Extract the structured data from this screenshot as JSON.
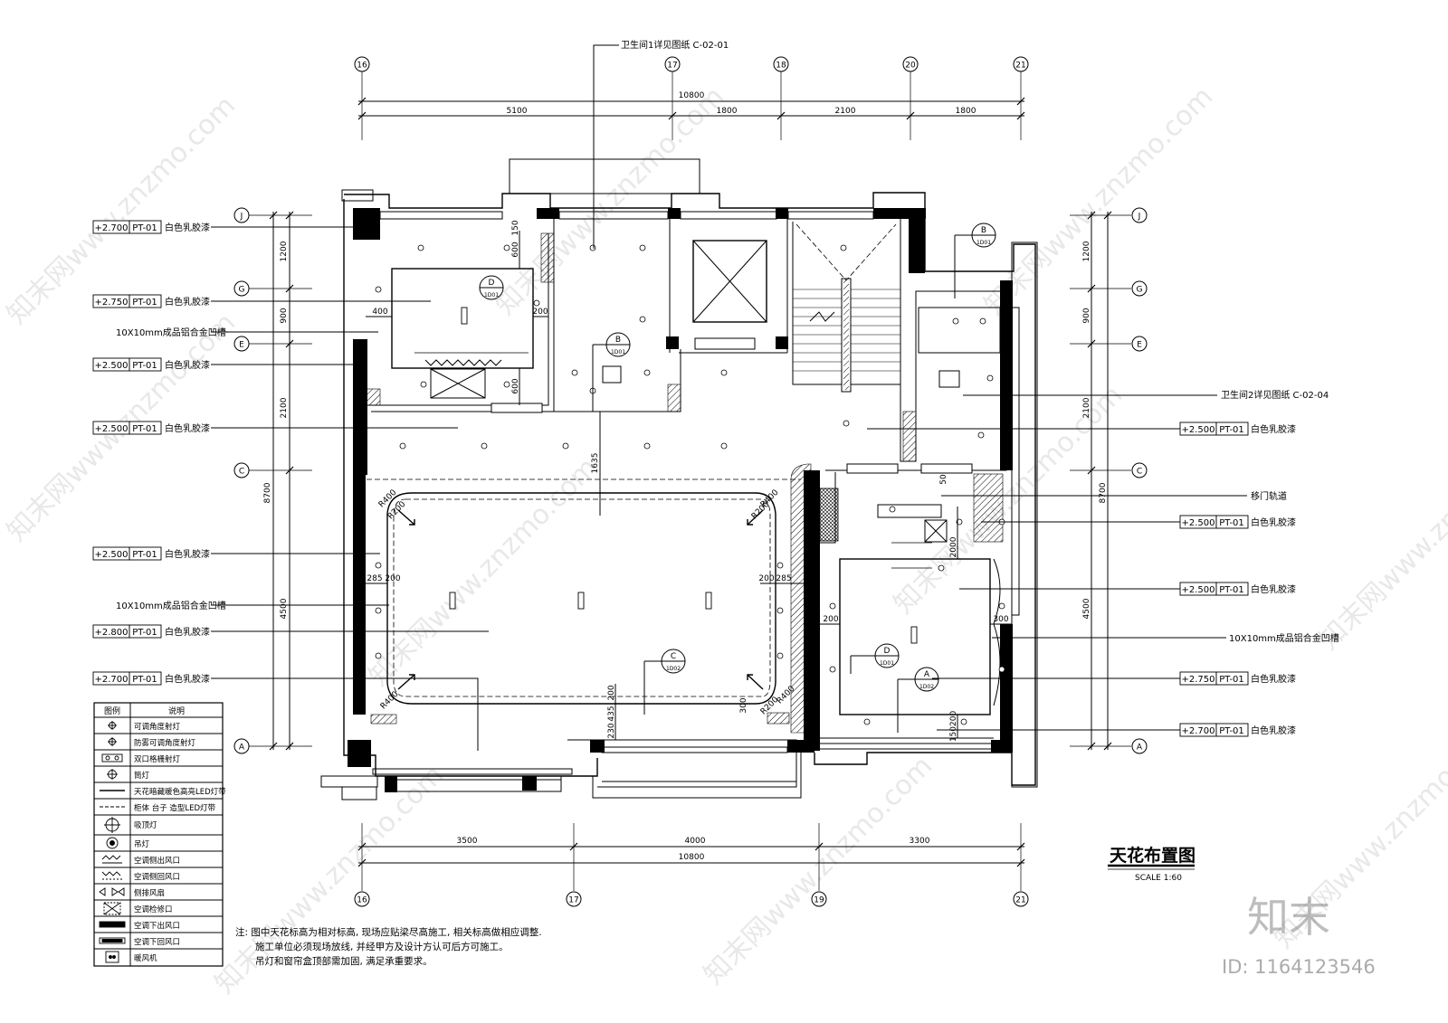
{
  "drawing": {
    "title": "天花布置图",
    "scale": "SCALE   1:60"
  },
  "top_note": "卫生间1详见图纸 C-02-01",
  "right_note_bath2": "卫生间2详见图纸 C-02-04",
  "right_note_slide": "移门轨道",
  "top_axes": [
    "16",
    "17",
    "18",
    "20",
    "21"
  ],
  "bottom_axes": [
    "16",
    "17",
    "19",
    "21"
  ],
  "side_axes": [
    "J",
    "G",
    "E",
    "C",
    "A"
  ],
  "top_dims": {
    "total": "10800",
    "segments": [
      "5100",
      "1800",
      "2100",
      "1800"
    ]
  },
  "bottom_dims": {
    "total": "10800",
    "segments": [
      "3500",
      "4000",
      "3300"
    ]
  },
  "left_dims": {
    "total": "8700",
    "segments": [
      "1200",
      "900",
      "2100",
      "4500"
    ]
  },
  "right_dims": {
    "total": "8700",
    "segments": [
      "1200",
      "900",
      "2100",
      "4500"
    ]
  },
  "inner_dims": [
    "400",
    "200",
    "600",
    "600",
    "150",
    "1635",
    "285",
    "200",
    "200",
    "285",
    "200",
    "230",
    "435",
    "300",
    "200",
    "300",
    "50",
    "2000",
    "150200",
    "R400",
    "R200"
  ],
  "left_labels": [
    {
      "height": "+2.700",
      "code": "PT-01",
      "desc": "白色乳胶漆"
    },
    {
      "height": "+2.750",
      "code": "PT-01",
      "desc": "白色乳胶漆"
    },
    {
      "height": "",
      "code": "",
      "desc": "10X10mm成品铝合金凹槽"
    },
    {
      "height": "+2.500",
      "code": "PT-01",
      "desc": "白色乳胶漆"
    },
    {
      "height": "+2.500",
      "code": "PT-01",
      "desc": "白色乳胶漆"
    },
    {
      "height": "+2.500",
      "code": "PT-01",
      "desc": "白色乳胶漆"
    },
    {
      "height": "",
      "code": "",
      "desc": "10X10mm成品铝合金凹槽"
    },
    {
      "height": "+2.800",
      "code": "PT-01",
      "desc": "白色乳胶漆"
    },
    {
      "height": "+2.700",
      "code": "PT-01",
      "desc": "白色乳胶漆"
    }
  ],
  "right_labels": [
    {
      "height": "+2.500",
      "code": "PT-01",
      "desc": "白色乳胶漆"
    },
    {
      "height": "+2.500",
      "code": "PT-01",
      "desc": "白色乳胶漆"
    },
    {
      "height": "+2.500",
      "code": "PT-01",
      "desc": "白色乳胶漆"
    },
    {
      "height": "",
      "code": "",
      "desc": "10X10mm成品铝合金凹槽"
    },
    {
      "height": "+2.750",
      "code": "PT-01",
      "desc": "白色乳胶漆"
    },
    {
      "height": "+2.700",
      "code": "PT-01",
      "desc": "白色乳胶漆"
    }
  ],
  "detail_callouts": [
    {
      "letter": "D",
      "sheet": "1D01"
    },
    {
      "letter": "B",
      "sheet": "1D01"
    },
    {
      "letter": "B",
      "sheet": "1D01"
    },
    {
      "letter": "C",
      "sheet": "1D02"
    },
    {
      "letter": "D",
      "sheet": "1D01"
    },
    {
      "letter": "A",
      "sheet": "1D02"
    }
  ],
  "legend": {
    "col_icon": "图例",
    "col_desc": "说明",
    "rows": [
      {
        "icon": "adjustable-spotlight-icon",
        "desc": "可调角度射灯"
      },
      {
        "icon": "antifog-spotlight-icon",
        "desc": "防雾可调角度射灯"
      },
      {
        "icon": "double-grille-light-icon",
        "desc": "双口格栅射灯"
      },
      {
        "icon": "downlight-icon",
        "desc": "筒灯"
      },
      {
        "icon": "led-strip-icon",
        "desc": "天花暗藏暖色高亮LED灯带"
      },
      {
        "icon": "cabinet-led-icon",
        "desc": "柜体 台子 造型LED灯带"
      },
      {
        "icon": "ceiling-lamp-icon",
        "desc": "吸顶灯"
      },
      {
        "icon": "pendant-lamp-icon",
        "desc": "吊灯"
      },
      {
        "icon": "ac-supply-vent-icon",
        "desc": "空调侧出风口"
      },
      {
        "icon": "ac-return-vent-icon",
        "desc": "空调侧回风口"
      },
      {
        "icon": "exhaust-fan-icon",
        "desc": "侧排风扇"
      },
      {
        "icon": "ac-access-panel-icon",
        "desc": "空调检修口"
      },
      {
        "icon": "ac-down-supply-icon",
        "desc": "空调下出风口"
      },
      {
        "icon": "ac-down-return-icon",
        "desc": "空调下回风口"
      },
      {
        "icon": "heater-fan-icon",
        "desc": "暖风机"
      }
    ]
  },
  "notes": {
    "line1": "注: 图中天花标高为相对标高, 现场应贴梁尽高施工, 相关标高做相应调整.",
    "line2": "施工单位必须现场放线, 并经甲方及设计方认可后方可施工。",
    "line3": "吊灯和窗帘盒顶部需加固, 满足承重要求。"
  },
  "watermark": {
    "site": "知末网www.znzmo.com",
    "logo": "知末",
    "id": "ID: 1164123546"
  }
}
